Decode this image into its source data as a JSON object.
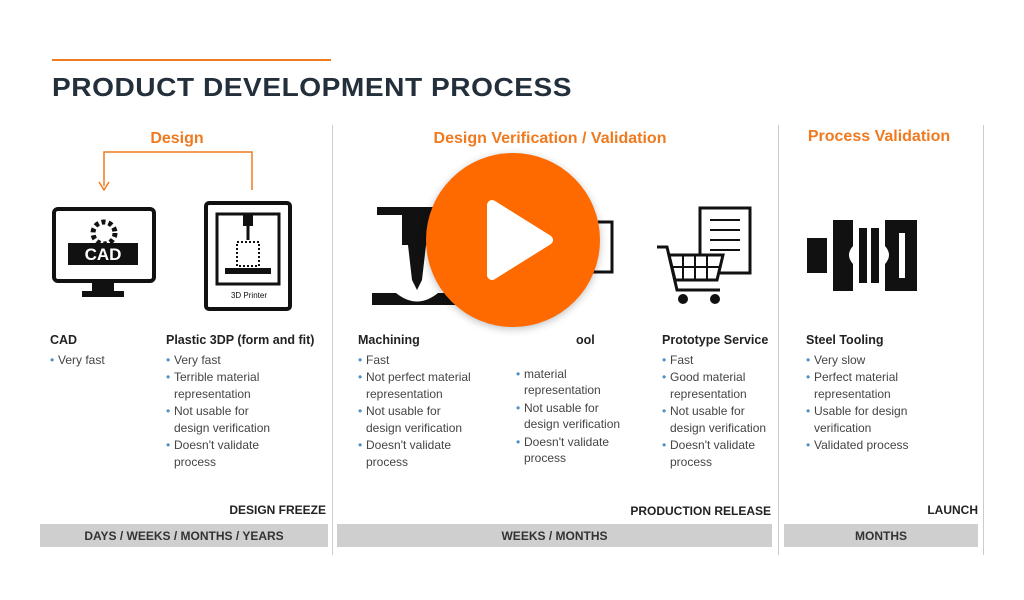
{
  "title": "PRODUCT DEVELOPMENT PROCESS",
  "sections": {
    "design": "Design",
    "verification": "Design Verification / Validation",
    "process": "Process Validation"
  },
  "icons": {
    "cad_label": "CAD",
    "printer_label": "3D Printer"
  },
  "columns": [
    {
      "heading": "CAD",
      "bullets": [
        "Very fast"
      ]
    },
    {
      "heading": "Plastic 3DP (form and fit)",
      "bullets": [
        "Very fast",
        "Terrible material representation",
        "Not usable for design verification",
        "Doesn't validate process"
      ]
    },
    {
      "heading": "Machining",
      "bullets": [
        "Fast",
        "Not perfect material representation",
        "Not usable for design verification",
        "Doesn't validate process"
      ]
    },
    {
      "heading": "ool",
      "bullets": [
        "material representation",
        "Not usable for design verification",
        "Doesn't validate process"
      ]
    },
    {
      "heading": "Prototype Service",
      "bullets": [
        "Fast",
        "Good material representation",
        "Not usable for design verification",
        "Doesn't validate process"
      ]
    },
    {
      "heading": "Steel Tooling",
      "bullets": [
        "Very slow",
        "Perfect material representation",
        "Usable for design verification",
        "Validated process"
      ]
    }
  ],
  "milestones": {
    "design_freeze": "DESIGN FREEZE",
    "production_release": "PRODUCTION RELEASE",
    "launch": "LAUNCH"
  },
  "timelines": {
    "design": "DAYS / WEEKS / MONTHS / YEARS",
    "verification": "WEEKS / MONTHS",
    "process": "MONTHS"
  },
  "colors": {
    "accent": "#f07a1f",
    "play": "#ff6a00",
    "bullet": "#4a8fc9"
  },
  "play_icon": "play-icon"
}
